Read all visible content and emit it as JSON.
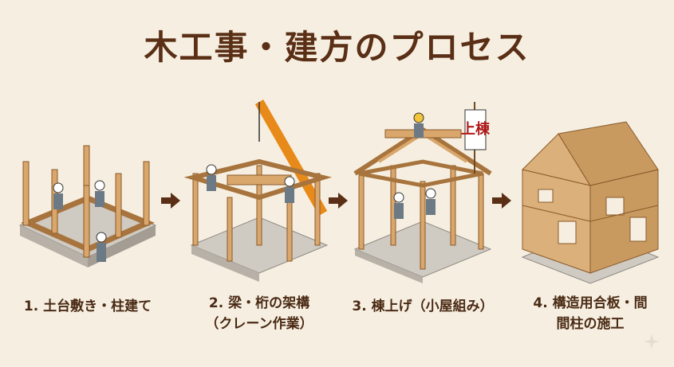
{
  "title": "木工事・建方のプロセス",
  "banner_text": "上棟",
  "steps": [
    {
      "label": "1. 土台敷き・柱建て"
    },
    {
      "label_line1": "2. 梁・桁の架構",
      "label_line2": "（クレーン作業）"
    },
    {
      "label": "3. 棟上げ（小屋組み）"
    },
    {
      "label_line1": "4. 構造用合板・間",
      "label_line2": "間柱の施工"
    }
  ],
  "colors": {
    "title": "#5a2f16",
    "wood": "#d9a66b",
    "wood_dark": "#a8743d",
    "concrete": "#cfcac2",
    "crane": "#e88a1a",
    "arrow": "#5a2f16",
    "plywood": "#dcb07a"
  },
  "icons": [
    "arrow-right-icon",
    "sparkle-icon"
  ]
}
